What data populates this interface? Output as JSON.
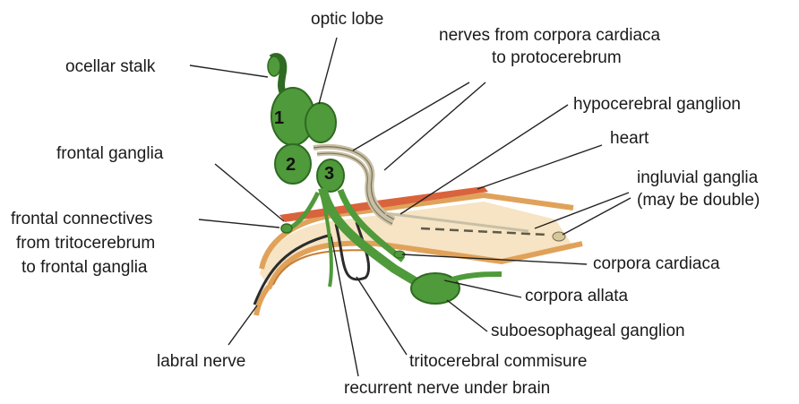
{
  "diagram": {
    "numbers": [
      "1",
      "2",
      "3"
    ],
    "labels": {
      "optic_lobe": "optic lobe",
      "ocellar_stalk": "ocellar stalk",
      "nerves_corpora_cardiaca_1": "nerves from corpora cardiaca",
      "nerves_corpora_cardiaca_2": "to protocerebrum",
      "hypocerebral_ganglion": "hypocerebral ganglion",
      "heart": "heart",
      "frontal_ganglia": "frontal ganglia",
      "ingluvial_ganglia_1": "ingluvial ganglia",
      "ingluvial_ganglia_2": "(may be double)",
      "frontal_connectives_1": "frontal connectives",
      "frontal_connectives_2": "from tritocerebrum",
      "frontal_connectives_3": "to frontal ganglia",
      "corpora_cardiaca": "corpora cardiaca",
      "corpora_allata": "corpora allata",
      "suboesophageal_ganglion": "suboesophageal ganglion",
      "labral_nerve": "labral nerve",
      "tritocerebral_commisure": "tritocerebral commisure",
      "recurrent_nerve": "recurrent nerve under brain"
    },
    "colors": {
      "ganglia_fill": "#4f9a3a",
      "ganglia_dark": "#2f6a22",
      "gut_orange": "#e0a25a",
      "gut_light": "#f6e4c4",
      "heart_red": "#d9633c",
      "nerve_pale": "#c8c0a6",
      "leader_line": "#222222"
    }
  }
}
